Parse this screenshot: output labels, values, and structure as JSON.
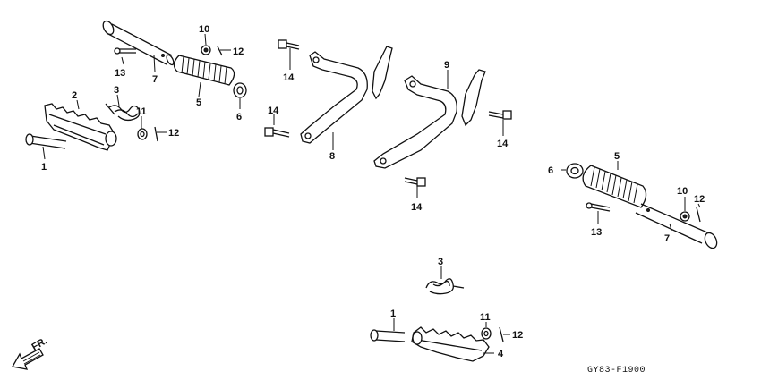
{
  "diagram": {
    "callouts": {
      "l1a": "1",
      "l1b": "1",
      "l2": "2",
      "l3a": "3",
      "l3b": "3",
      "l4": "4",
      "l5a": "5",
      "l5b": "5",
      "l6a": "6",
      "l6b": "6",
      "l7a": "7",
      "l7b": "7",
      "l8": "8",
      "l9": "9",
      "l10a": "10",
      "l10b": "10",
      "l11a": "11",
      "l11b": "11",
      "l12a": "12",
      "l12b": "12",
      "l12c": "12",
      "l13a": "13",
      "l13b": "13",
      "l14a": "14",
      "l14b": "14",
      "l14c": "14",
      "l14d": "14"
    },
    "direction_label": "FR.",
    "diagram_code": "GY83-F1900"
  }
}
